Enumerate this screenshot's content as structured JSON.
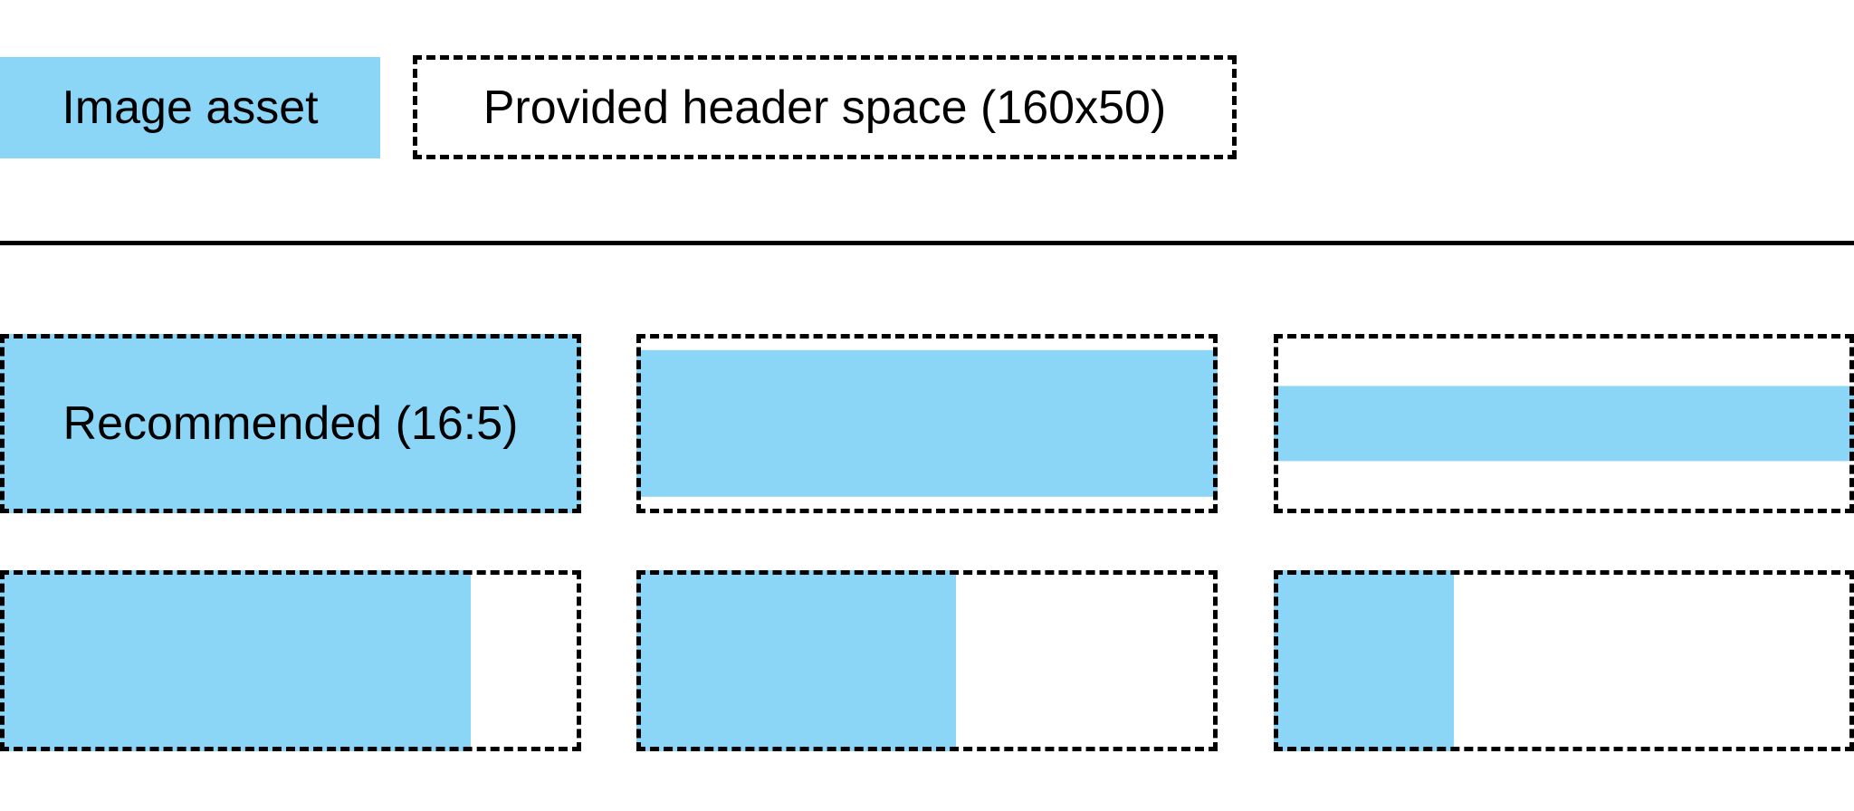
{
  "canvas": {
    "background": "#ffffff"
  },
  "colors": {
    "image_asset_blue": "#8BD6F7",
    "outline_black": "#000000"
  },
  "legend": {
    "image_asset": {
      "label": "Image asset"
    },
    "header_space": {
      "label": "Provided header space (160x50)"
    }
  },
  "grid": {
    "cells": [
      {
        "id": "recommended",
        "label": "Recommended (16:5)",
        "fill": "full",
        "size": "100%"
      },
      {
        "id": "wide-letterbox-large",
        "fill": "horizontal-band",
        "size": "82%"
      },
      {
        "id": "wide-letterbox-small",
        "fill": "horizontal-band",
        "size": "42%"
      },
      {
        "id": "narrow-pillarbox-large",
        "fill": "vertical-band",
        "size": "81%"
      },
      {
        "id": "narrow-pillarbox-medium",
        "fill": "vertical-band",
        "size": "55%"
      },
      {
        "id": "narrow-pillarbox-small",
        "fill": "vertical-band",
        "size": "31%"
      }
    ]
  }
}
